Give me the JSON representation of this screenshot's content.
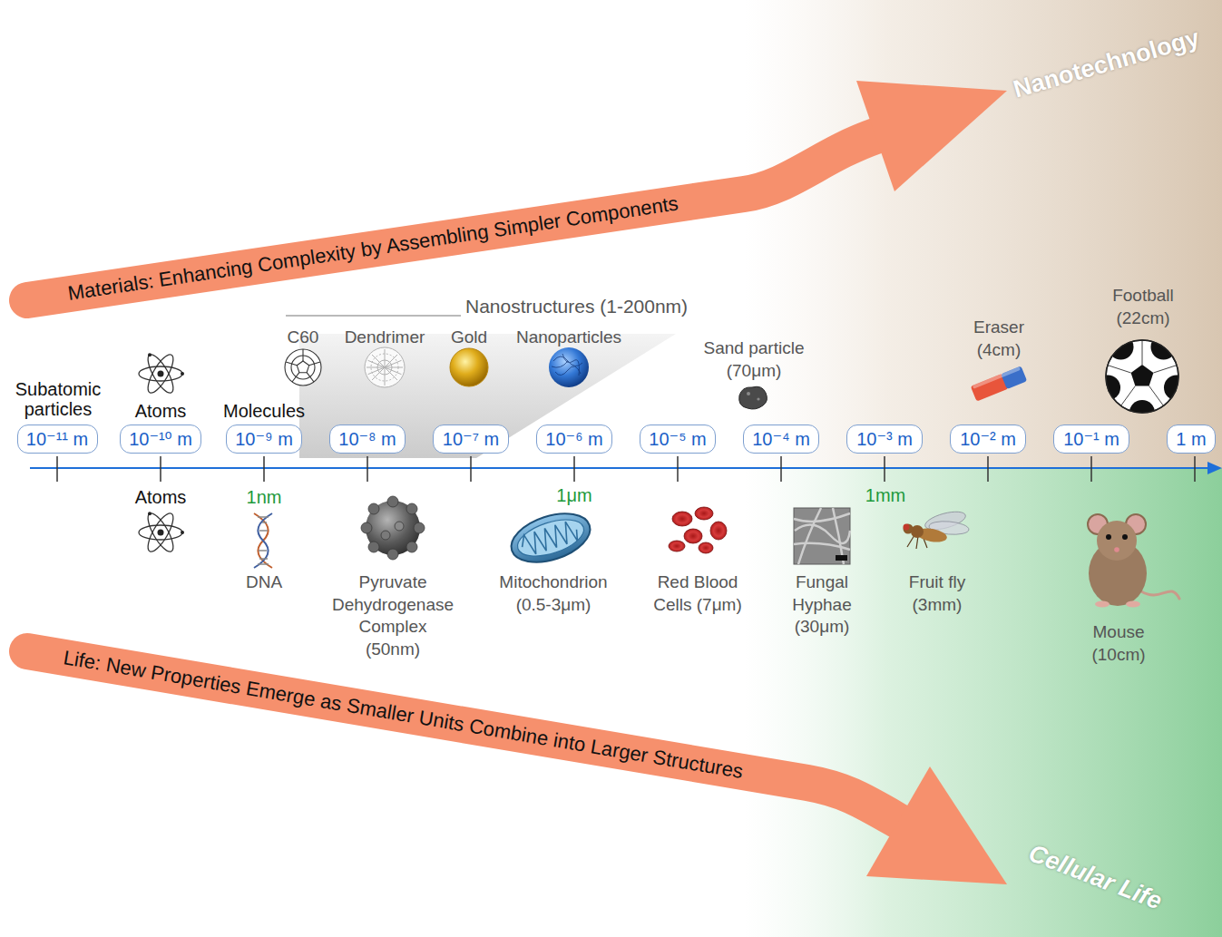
{
  "diagram": {
    "nodes": [
      {
        "text": [
          "10⁻¹¹ m"
        ]
      },
      {
        "text": [
          "10⁻¹⁰ m"
        ]
      },
      {
        "text": [
          "10⁻⁹ m"
        ]
      },
      {
        "text": [
          "10⁻⁸ m"
        ]
      },
      {
        "text": [
          "10⁻⁷ m"
        ]
      },
      {
        "text": [
          "10⁻⁶ m"
        ]
      },
      {
        "text": [
          "10⁻⁵ m"
        ]
      },
      {
        "text": [
          "10⁻⁴ m"
        ]
      },
      {
        "text": [
          "10⁻³ m"
        ]
      },
      {
        "text": [
          "10⁻² m"
        ]
      },
      {
        "text": [
          "10⁻¹ m"
        ]
      },
      {
        "text": [
          "1 m"
        ]
      }
    ],
    "labels": [
      "Materials: Enhancing Complexity by Assembling Simpler Components",
      "Nanotechnology",
      "Nanostructures (1-200nm)",
      "C60",
      "Dendrimer",
      "Gold",
      "Nanoparticles",
      "Football (22cm)",
      "Eraser (4cm)",
      "Sand particle (70μm)",
      "Subatomic particles",
      "Atoms",
      "Molecules",
      "Atoms",
      "1nm",
      "1μm",
      "1mm",
      "DNA",
      "Pyruvate Dehydrogenase Complex (50nm)",
      "Mitochondrion (0.5-3μm)",
      "Red Blood Cells (7μm)",
      "Fungal Hyphae (30μm)",
      "Fruit fly (3mm)",
      "Mouse (10cm)",
      "Life: New Properties Emerge as Smaller Units Combine into Larger Structures",
      "Cellular Life"
    ]
  }
}
